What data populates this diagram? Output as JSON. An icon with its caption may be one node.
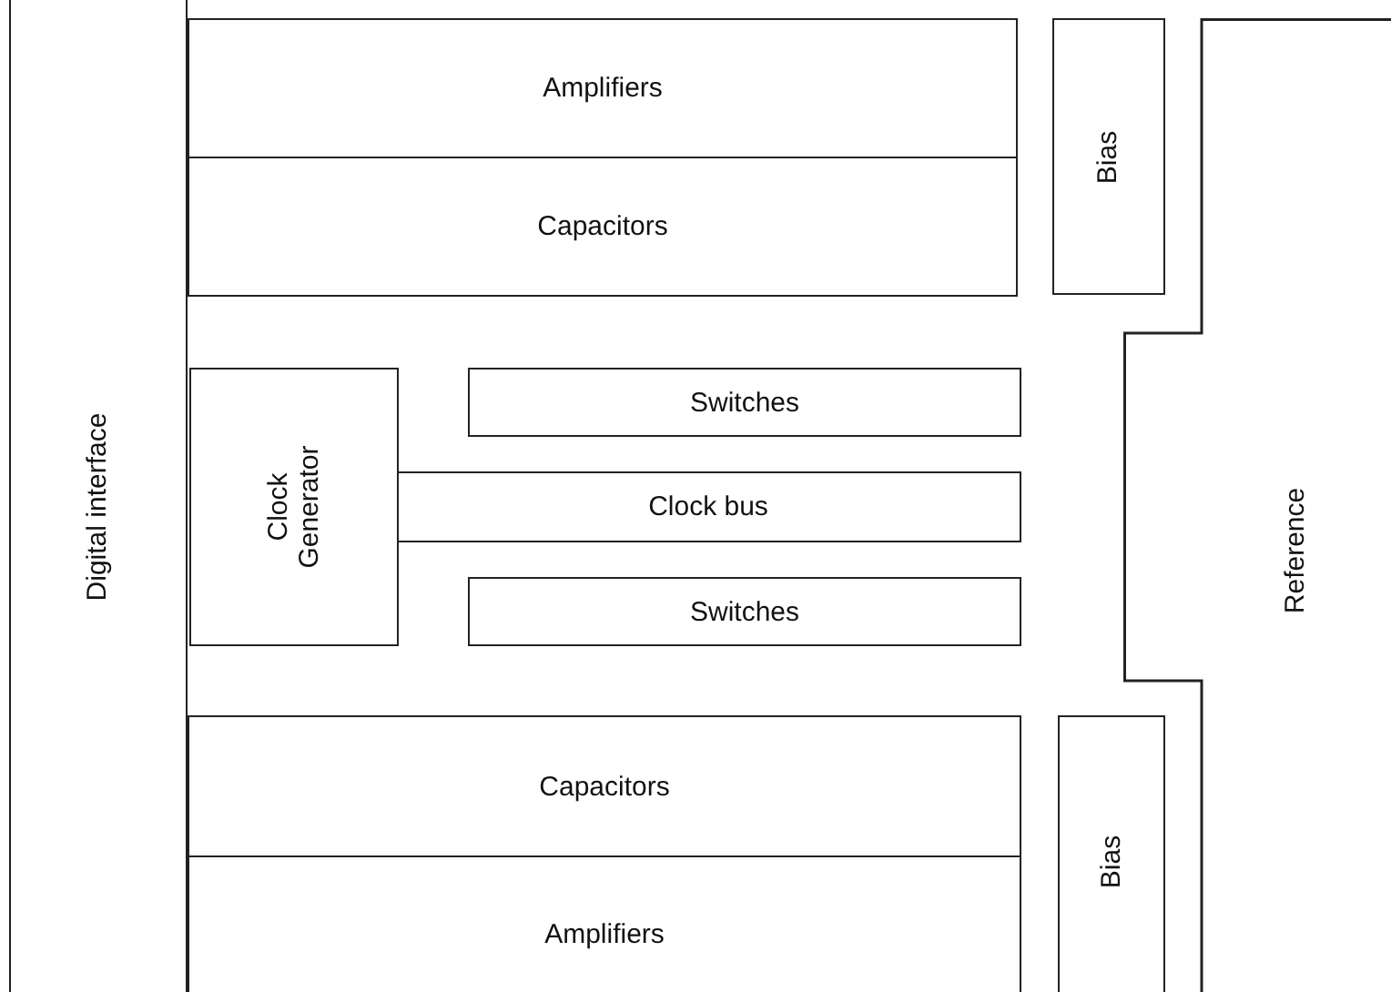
{
  "diagram": {
    "nodes": [
      {
        "text": [
          "Digital interface"
        ]
      },
      {
        "text": [
          "Amplifiers"
        ]
      },
      {
        "text": [
          "Capacitors"
        ]
      },
      {
        "text": [
          "Bias"
        ]
      },
      {
        "text": [
          "Reference"
        ]
      },
      {
        "text": [
          "Clock Generator"
        ]
      },
      {
        "text": [
          "Switches"
        ]
      },
      {
        "text": [
          "Clock bus"
        ]
      },
      {
        "text": [
          "Switches"
        ]
      },
      {
        "text": [
          "Capacitors"
        ]
      },
      {
        "text": [
          "Bias"
        ]
      },
      {
        "text": [
          "Amplifiers"
        ]
      }
    ]
  }
}
